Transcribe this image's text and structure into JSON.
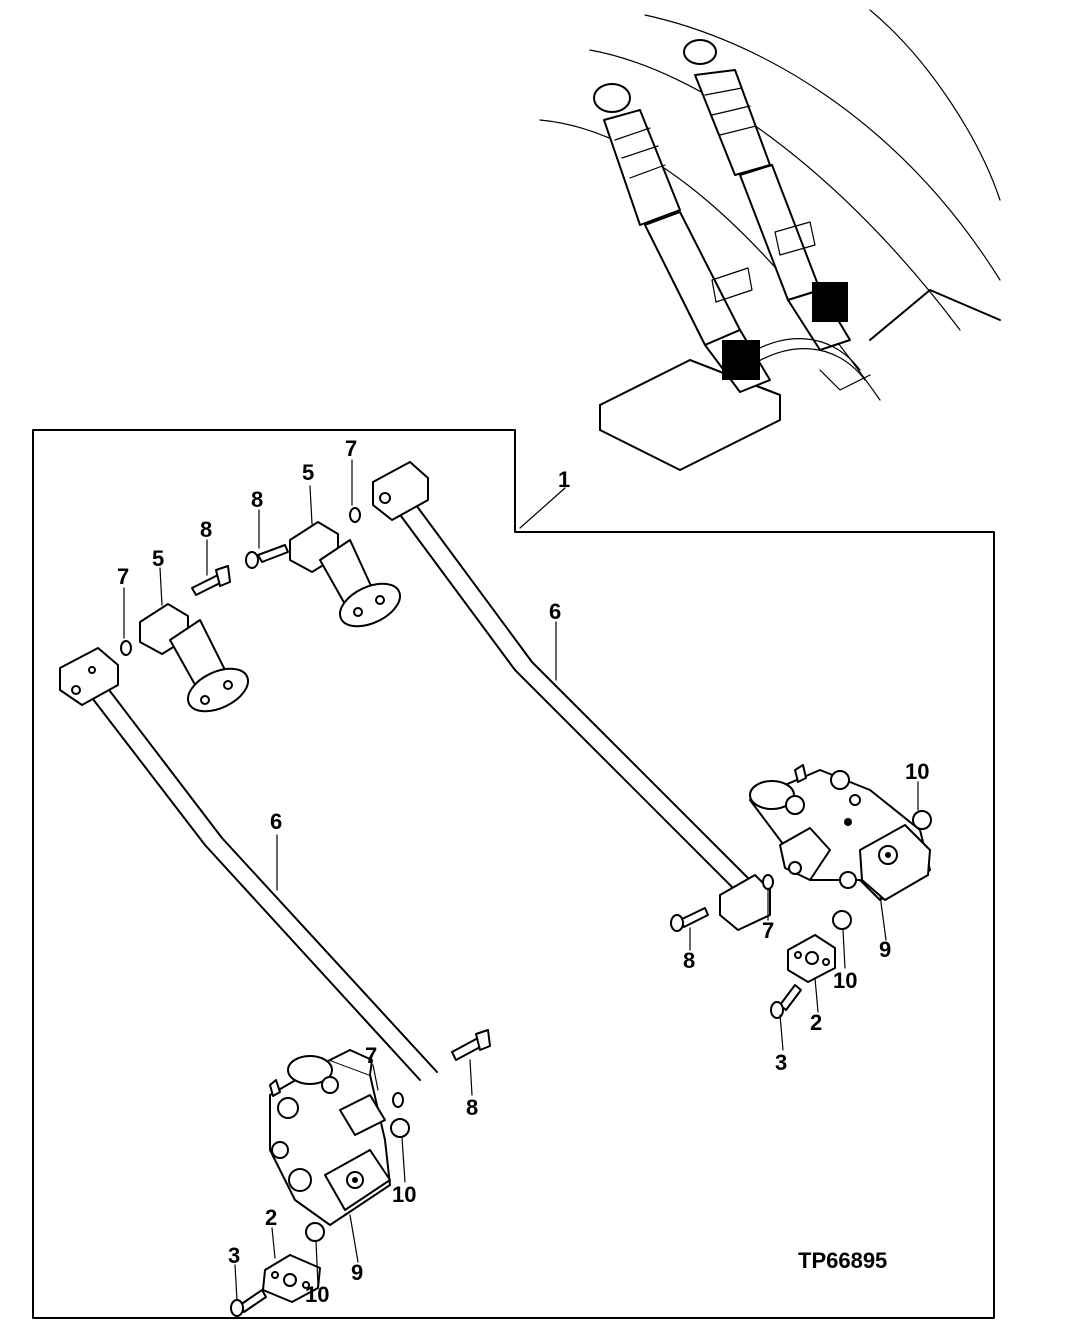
{
  "drawing_id": "TP66895",
  "callouts": [
    {
      "id": "c1",
      "text": "1"
    },
    {
      "id": "c5a",
      "text": "5"
    },
    {
      "id": "c5b",
      "text": "5"
    },
    {
      "id": "c7a",
      "text": "7"
    },
    {
      "id": "c7b",
      "text": "7"
    },
    {
      "id": "c7c",
      "text": "7"
    },
    {
      "id": "c7d",
      "text": "7"
    },
    {
      "id": "c8a",
      "text": "8"
    },
    {
      "id": "c8b",
      "text": "8"
    },
    {
      "id": "c8c",
      "text": "8"
    },
    {
      "id": "c8d",
      "text": "8"
    },
    {
      "id": "c6a",
      "text": "6"
    },
    {
      "id": "c6b",
      "text": "6"
    },
    {
      "id": "c10a",
      "text": "10"
    },
    {
      "id": "c10b",
      "text": "10"
    },
    {
      "id": "c10c",
      "text": "10"
    },
    {
      "id": "c10d",
      "text": "10"
    },
    {
      "id": "c9a",
      "text": "9"
    },
    {
      "id": "c9b",
      "text": "9"
    },
    {
      "id": "c2a",
      "text": "2"
    },
    {
      "id": "c2b",
      "text": "2"
    },
    {
      "id": "c3a",
      "text": "3"
    },
    {
      "id": "c3b",
      "text": "3"
    }
  ]
}
